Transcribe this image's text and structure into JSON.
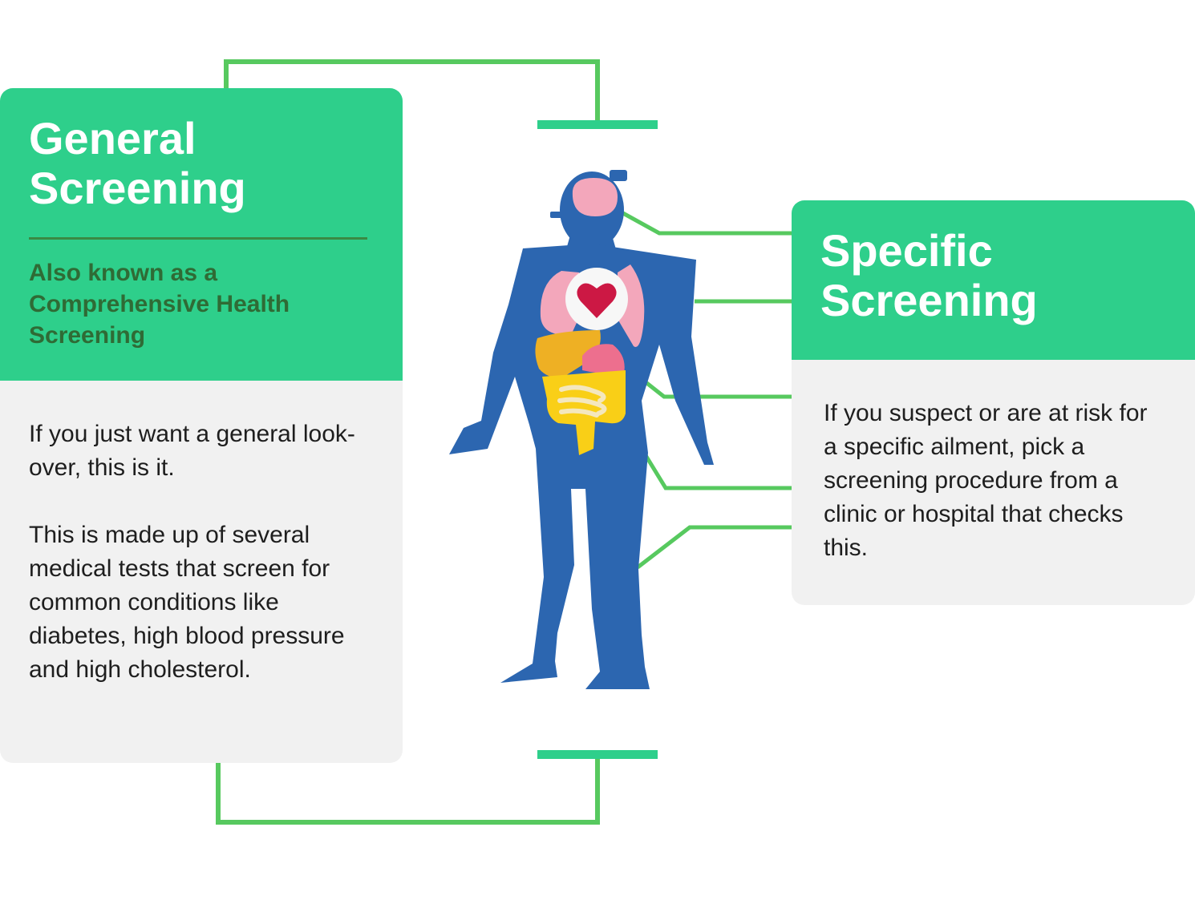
{
  "general": {
    "title_line1": "General",
    "title_line2": "Screening",
    "subtitle_line1": "Also known as a",
    "subtitle_line2": "Comprehensive Health",
    "subtitle_line3": "Screening",
    "paragraph1": "If you just want a general look-over, this is it.",
    "paragraph2": "This is made up of several medical tests that screen for common conditions like diabetes, high blood pressure and high cholesterol."
  },
  "specific": {
    "title_line1": "Specific",
    "title_line2": "Screening",
    "paragraph1": "If you suspect or are at risk for a specific ailment, pick a screening procedure from a clinic or hospital that checks this."
  },
  "colors": {
    "accent_green": "#2ecf8b",
    "connector_green": "#57c95f",
    "body_blue": "#2c66b0",
    "card_gray": "#f1f1f1",
    "heart_red": "#cc1844",
    "organ_pink": "#f3a7bb",
    "liver_orange": "#eeb024",
    "intestine_yellow": "#f9cf17"
  },
  "icons": [
    "human-body-icon",
    "brain-icon",
    "lungs-icon",
    "heart-icon",
    "liver-icon",
    "stomach-icon",
    "intestines-icon"
  ]
}
